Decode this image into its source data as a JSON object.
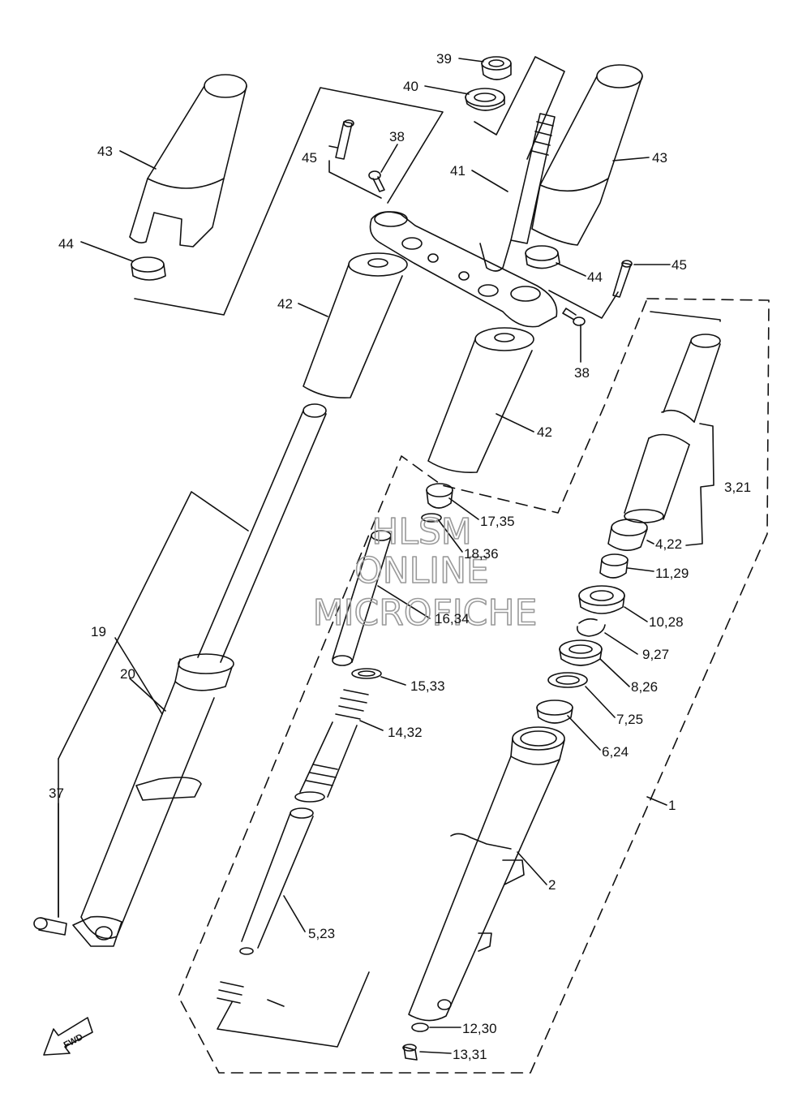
{
  "diagram": {
    "watermark": {
      "line1": "HLSM",
      "line2": "ONLINE",
      "line3": "MICROFICHE"
    },
    "direction_label": "FWD",
    "callouts": [
      {
        "id": "c39",
        "text": "39"
      },
      {
        "id": "c40",
        "text": "40"
      },
      {
        "id": "c38a",
        "text": "38"
      },
      {
        "id": "c45a",
        "text": "45"
      },
      {
        "id": "c41",
        "text": "41"
      },
      {
        "id": "c43a",
        "text": "43"
      },
      {
        "id": "c43b",
        "text": "43"
      },
      {
        "id": "c44a",
        "text": "44"
      },
      {
        "id": "c44b",
        "text": "44"
      },
      {
        "id": "c45b",
        "text": "45"
      },
      {
        "id": "c38b",
        "text": "38"
      },
      {
        "id": "c42a",
        "text": "42"
      },
      {
        "id": "c42b",
        "text": "42"
      },
      {
        "id": "c3",
        "text": "3,21"
      },
      {
        "id": "c17",
        "text": "17,35"
      },
      {
        "id": "c18",
        "text": "18,36"
      },
      {
        "id": "c4",
        "text": "4,22"
      },
      {
        "id": "c11",
        "text": "11,29"
      },
      {
        "id": "c16",
        "text": "16,34"
      },
      {
        "id": "c10",
        "text": "10,28"
      },
      {
        "id": "c9",
        "text": "9,27"
      },
      {
        "id": "c19",
        "text": "19"
      },
      {
        "id": "c20",
        "text": "20"
      },
      {
        "id": "c15",
        "text": "15,33"
      },
      {
        "id": "c8",
        "text": "8,26"
      },
      {
        "id": "c7",
        "text": "7,25"
      },
      {
        "id": "c14",
        "text": "14,32"
      },
      {
        "id": "c6",
        "text": "6,24"
      },
      {
        "id": "c37",
        "text": "37"
      },
      {
        "id": "c1",
        "text": "1"
      },
      {
        "id": "c2",
        "text": "2"
      },
      {
        "id": "c5",
        "text": "5,23"
      },
      {
        "id": "c12",
        "text": "12,30"
      },
      {
        "id": "c13",
        "text": "13,31"
      }
    ]
  }
}
